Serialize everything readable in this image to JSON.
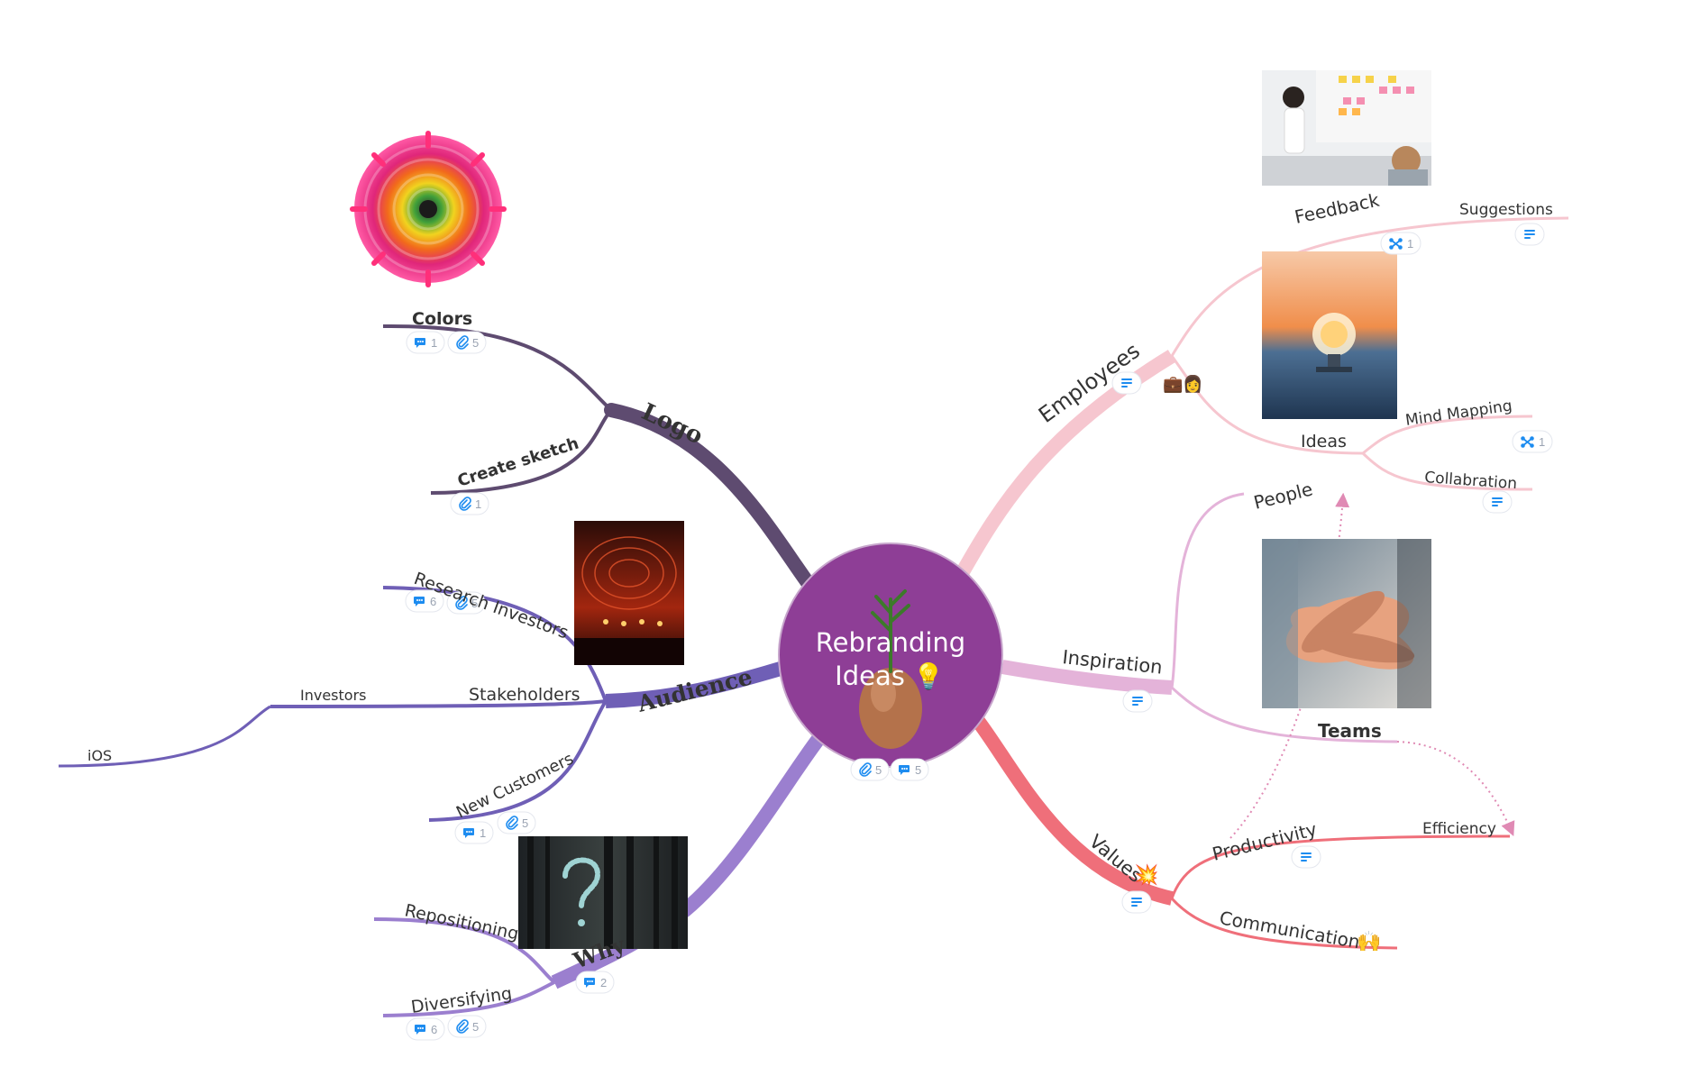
{
  "center": {
    "line1": "Rebranding",
    "line2": "Ideas",
    "emoji": "💡",
    "attachments": "5",
    "comments": "5"
  },
  "logo": {
    "label": "Logo",
    "colors": {
      "label": "Colors",
      "comments": "1",
      "attachments": "5"
    },
    "sketch": {
      "label": "Create sketch",
      "attachments": "1"
    }
  },
  "audience": {
    "label": "Audience",
    "research": {
      "label": "Research Investors",
      "comments": "6",
      "attachments": "5"
    },
    "stakeholders": {
      "label": "Stakeholders"
    },
    "investors": {
      "label": "Investors"
    },
    "ios": {
      "label": "iOS"
    },
    "new_customers": {
      "label": "New Customers",
      "comments": "1",
      "attachments": "5"
    }
  },
  "why": {
    "label": "Why",
    "comments": "2",
    "repositioning": {
      "label": "Repositioning"
    },
    "diversifying": {
      "label": "Diversifying",
      "comments": "6",
      "attachments": "5"
    }
  },
  "employees": {
    "label": "Employees",
    "emoji": "💼👩",
    "feedback": {
      "label": "Feedback",
      "links": "1"
    },
    "suggestions": {
      "label": "Suggestions"
    },
    "ideas": {
      "label": "Ideas"
    },
    "mind_mapping": {
      "label": "Mind Mapping",
      "links": "1"
    },
    "collabration": {
      "label": "Collabration"
    }
  },
  "inspiration": {
    "label": "Inspiration",
    "people": {
      "label": "People"
    },
    "teams": {
      "label": "Teams"
    }
  },
  "values": {
    "label": "Values",
    "emoji": "💥",
    "productivity": {
      "label": "Productivity"
    },
    "efficiency": {
      "label": "Efficiency"
    },
    "communication": {
      "label": "Communication",
      "emoji": "🙌"
    }
  },
  "colors": {
    "logo": "#5e4b70",
    "audience": "#6f5fb6",
    "why": "#9b7fcf",
    "employees": "#f6c6cf",
    "inspiration": "#e4b3d9",
    "values": "#ef6f7a",
    "center": "#8e3e96",
    "badge_icon": "#1d8cf0"
  }
}
